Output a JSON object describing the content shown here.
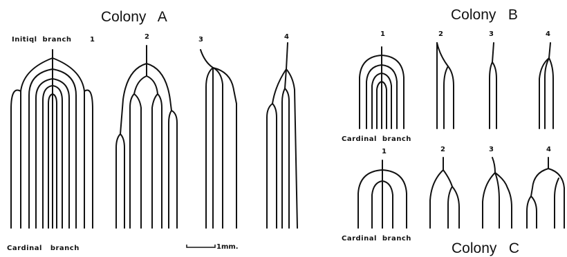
{
  "colony_a": {
    "title": "Colony   A",
    "initial_label": "Initiql  branch",
    "cardinal_label": "Cardinal   branch",
    "numbers": [
      "1",
      "2",
      "3",
      "4"
    ]
  },
  "colony_b": {
    "title": "Colony   B",
    "cardinal_label": "Cardinal  branch",
    "numbers": [
      "1",
      "2",
      "3",
      "4"
    ]
  },
  "colony_c": {
    "title": "Colony   C",
    "cardinal_label": "Cardinal  branch",
    "numbers": [
      "1",
      "2",
      "3",
      "4"
    ]
  },
  "scale": {
    "label": "1mm."
  },
  "colors": {
    "ink": "#111111",
    "background": "#ffffff"
  }
}
